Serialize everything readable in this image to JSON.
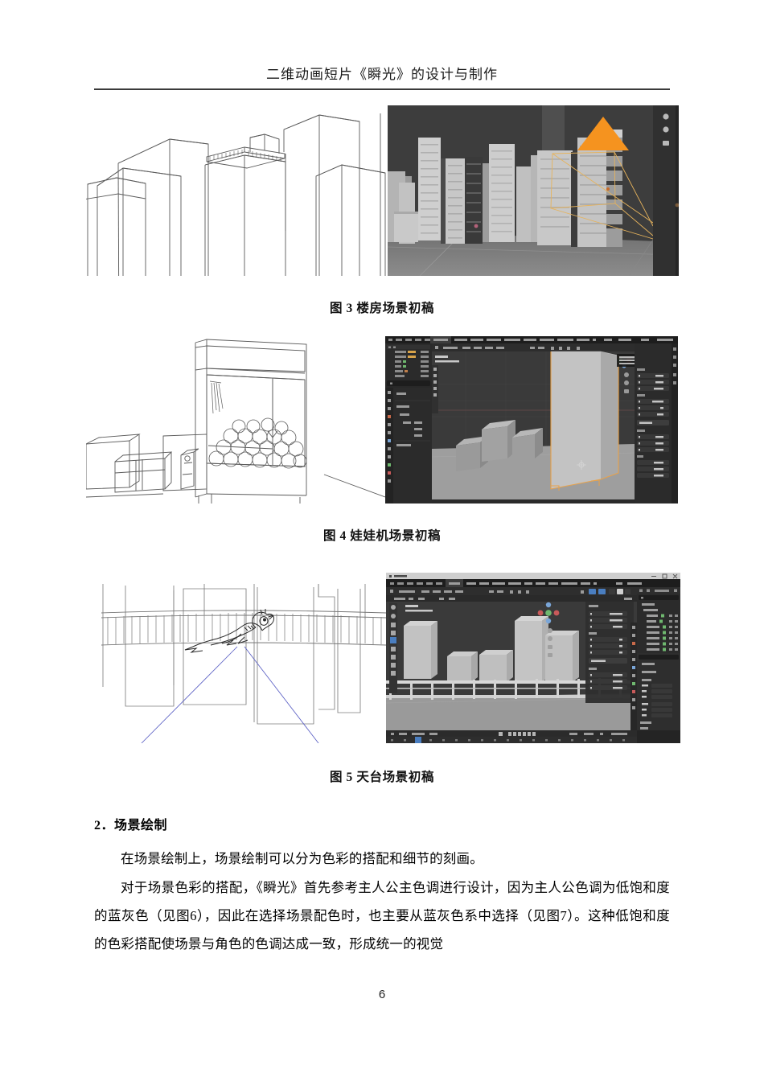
{
  "document": {
    "header_title": "二维动画短片《瞬光》的设计与制作",
    "page_number": "6"
  },
  "figures": [
    {
      "id": "figure-3",
      "caption": "图 3  楼房场景初稿",
      "left_panel": {
        "kind": "line-drawing",
        "subject": "楼房场景线稿",
        "description": "手绘线稿：多栋高层楼房透视线稿，中间楼顶带围栏与天台小屋"
      },
      "right_panel": {
        "kind": "blender-viewport",
        "subject": "楼房场景三维初模",
        "description": "Blender 三维视图：灰色楼房体块模型，右侧橙色摄像机视锥与灯光指示"
      }
    },
    {
      "id": "figure-4",
      "caption": "图 4  娃娃机场景初稿",
      "left_panel": {
        "kind": "line-drawing",
        "subject": "娃娃机场景线稿",
        "description": "手绘线稿：娃娃机玻璃柜内堆满圆球，左侧有纸箱与台阶"
      },
      "right_panel": {
        "kind": "blender-screenshot",
        "subject": "娃娃机场景三维初模",
        "description": "Blender 软件界面截图：左侧大纲视图，中间灰色方块与长方体模型，右侧变换属性面板"
      }
    },
    {
      "id": "figure-5",
      "caption": "图 5  天台场景初稿",
      "left_panel": {
        "kind": "line-drawing",
        "subject": "天台场景线稿",
        "description": "手绘线稿：天台栏杆与停在栏杆上的小鸟，蓝色透视辅助线"
      },
      "right_panel": {
        "kind": "blender-screenshot",
        "subject": "天台场景三维初模",
        "description": "Blender 软件界面截图：天台地面与栏杆模型，背景为灰色楼房体块，右侧大纲与属性面板"
      }
    }
  ],
  "content": {
    "section_heading": "2．场景绘制",
    "paragraphs": [
      "在场景绘制上，场景绘制可以分为色彩的搭配和细节的刻画。",
      "对于场景色彩的搭配，《瞬光》首先参考主人公主色调进行设计，因为主人公色调为低饱和度的蓝灰色（见图6），因此在选择场景配色时，也主要从蓝灰色系中选择（见图7）。这种低饱和度的色彩搭配使场景与角色的色调达成一致，形成统一的视觉"
    ]
  },
  "colors": {
    "page_background": "#ffffff",
    "text": "#000000",
    "header_rule": "#3a3a3a",
    "blender_dark": "#232323",
    "blender_panel": "#2e2e2e",
    "viewport_grey": "#3b3b3b",
    "model_grey": "#b9b9b9",
    "accent_orange": "#f0932a",
    "accent_blue": "#4a54c8",
    "line_art": "#555555"
  }
}
